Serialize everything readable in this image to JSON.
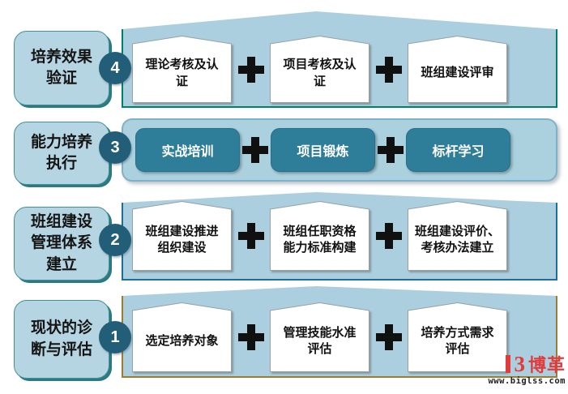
{
  "rows": [
    {
      "step": "4",
      "label": "培养效果\n验证",
      "accent_border": "#00806a",
      "item_style": "pentagon",
      "items": [
        {
          "label": "理论考核及认\n证"
        },
        {
          "label": "项目考核及认\n证"
        },
        {
          "label": "班组建设评审"
        }
      ]
    },
    {
      "step": "3",
      "label": "能力培养\n执行",
      "accent_border": "#7fb2c9",
      "item_style": "solid",
      "items": [
        {
          "label": "实战培训"
        },
        {
          "label": "项目锻炼"
        },
        {
          "label": "标杆学习"
        }
      ]
    },
    {
      "step": "2",
      "label": "班组建设\n管理体系\n建立",
      "accent_border": "#1d6f99",
      "item_style": "pentagon",
      "items": [
        {
          "label": "班组建设推进\n组织建设"
        },
        {
          "label": "班组任职资格\n能力标准构建"
        },
        {
          "label": "班组建设评价、\n考核办法建立"
        }
      ]
    },
    {
      "step": "1",
      "label": "现状的诊\n断与评估",
      "accent_border": "#9b7d2f",
      "item_style": "pentagon",
      "items": [
        {
          "label": "选定培养对象"
        },
        {
          "label": "管理技能水准\n评估"
        },
        {
          "label": "培养方式需求\n评估"
        }
      ]
    }
  ],
  "icons": {
    "separator": "plus-icon"
  },
  "colors": {
    "panel_fill": "#abcfdf",
    "label_fill": "#b6d5e2",
    "step_circle": "#235e78",
    "solid_item": "#2e7d99",
    "plus": "#101010",
    "row4_border": "#00806a",
    "row3_border": "#7fb2c9",
    "row2_border": "#1d6f99",
    "row1_border": "#9b7d2f",
    "brand_red": "#e23b3b"
  },
  "watermark": {
    "brand": "博革",
    "url": "www.biglss.com"
  }
}
